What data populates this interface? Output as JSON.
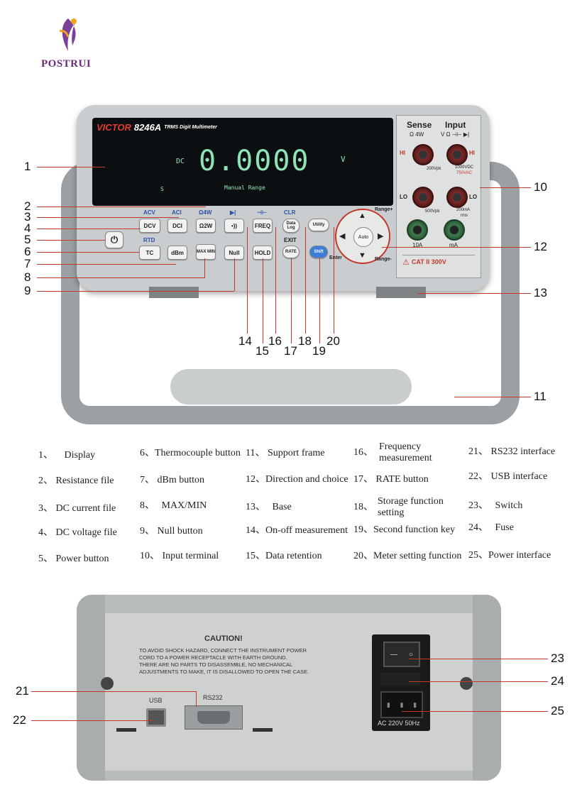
{
  "brand": {
    "logo_text": "POSTRUI"
  },
  "front": {
    "make": "VICTOR",
    "model": "8246A",
    "subtitle": "TRMS Digit Multimeter",
    "display": {
      "mode": "DC",
      "reading": "0.0000",
      "unit": "V",
      "indicator": "S",
      "status": "Manual Range"
    },
    "terminals": {
      "sense": "Sense",
      "input": "Input",
      "sense_sub": "Ω 4W",
      "input_sub": "V Ω ⊣⊢ ▶|",
      "hi": "HI",
      "lo": "LO",
      "v1": "200Vpk",
      "v2": "1000VDC",
      "v3": "750VAC",
      "v4": "500Vpk",
      "v5": "200mA",
      "v6": "rms",
      "a10": "10A",
      "ma": "mA",
      "cat": "CAT II 300V"
    },
    "buttons": {
      "dcv": "DCV",
      "dci": "DCI",
      "o2w": "Ω2W",
      "cont": "•))",
      "freq": "FREQ",
      "datalog": "Data Log",
      "utility": "Utility",
      "tc": "TC",
      "dbm": "dBm",
      "maxmin": "MAX MIN",
      "null": "Null",
      "hold": "HOLD",
      "rate": "RATE",
      "shift": "Shift",
      "auto": "Auto"
    },
    "shift_labels": {
      "acv": "ACV",
      "aci": "ACI",
      "o4w": "Ω4W",
      "diode": "▶|",
      "cap": "⊣⊢",
      "clr": "CLR",
      "rtd": "RTD",
      "exit": "EXIT",
      "enter": "Enter",
      "range_plus": "Range+",
      "range_minus": "Range-"
    }
  },
  "callouts": [
    "1",
    "2",
    "3",
    "4",
    "5",
    "6",
    "7",
    "8",
    "9",
    "10",
    "11",
    "12",
    "13",
    "14",
    "15",
    "16",
    "17",
    "18",
    "19",
    "20",
    "21",
    "22",
    "23",
    "24",
    "25"
  ],
  "legend": [
    {
      "num": "1、",
      "text": "Display"
    },
    {
      "num": "2、",
      "text": "Resistance file"
    },
    {
      "num": "3、",
      "text": "DC current file"
    },
    {
      "num": "4、",
      "text": "DC voltage file"
    },
    {
      "num": "5、",
      "text": "Power button"
    },
    {
      "num": "6、",
      "text": "Thermocouple button"
    },
    {
      "num": "7、",
      "text": "dBm button"
    },
    {
      "num": "8、",
      "text": "MAX/MIN"
    },
    {
      "num": "9、",
      "text": "Null button"
    },
    {
      "num": "10、",
      "text": "Input terminal"
    },
    {
      "num": "11、",
      "text": "Support frame"
    },
    {
      "num": "12、",
      "text": "Direction and choice"
    },
    {
      "num": "13、",
      "text": "Base"
    },
    {
      "num": "14、",
      "text": "On-off measurement"
    },
    {
      "num": "15、",
      "text": "Data retention"
    },
    {
      "num": "16、",
      "text": "Frequency measurement"
    },
    {
      "num": "17、",
      "text": "RATE button"
    },
    {
      "num": "18、",
      "text": "Storage function setting"
    },
    {
      "num": "19、",
      "text": "Second function key"
    },
    {
      "num": "20、",
      "text": "Meter setting function"
    },
    {
      "num": "21、",
      "text": "RS232 interface"
    },
    {
      "num": "22、",
      "text": "USB interface"
    },
    {
      "num": "23、",
      "text": "Switch"
    },
    {
      "num": "24、",
      "text": "Fuse"
    },
    {
      "num": "25、",
      "text": "Power interface"
    }
  ],
  "rear": {
    "caution_title": "CAUTION!",
    "caution_line1": "TO AVOID SHOCK HAZARD, CONNECT THE INSTRUMENT POWER",
    "caution_line2": "CORD TO A POWER RECEPTACLE WITH EARTH GROUND.",
    "caution_line3": "THERE ARE NO PARTS TO DISASSEMBLE, NO MECHANICAL",
    "caution_line4": "ADJUSTMENTS TO MAKE, IT IS  DISALLOWED TO OPEN THE CASE.",
    "usb": "USB",
    "rs232": "RS232",
    "power_rating": "AC 220V 50Hz"
  },
  "colors": {
    "accent": "#c0392b",
    "body": "#c9cdcf",
    "handle": "#9aa0a3",
    "lcd": "#8fe3b5"
  }
}
